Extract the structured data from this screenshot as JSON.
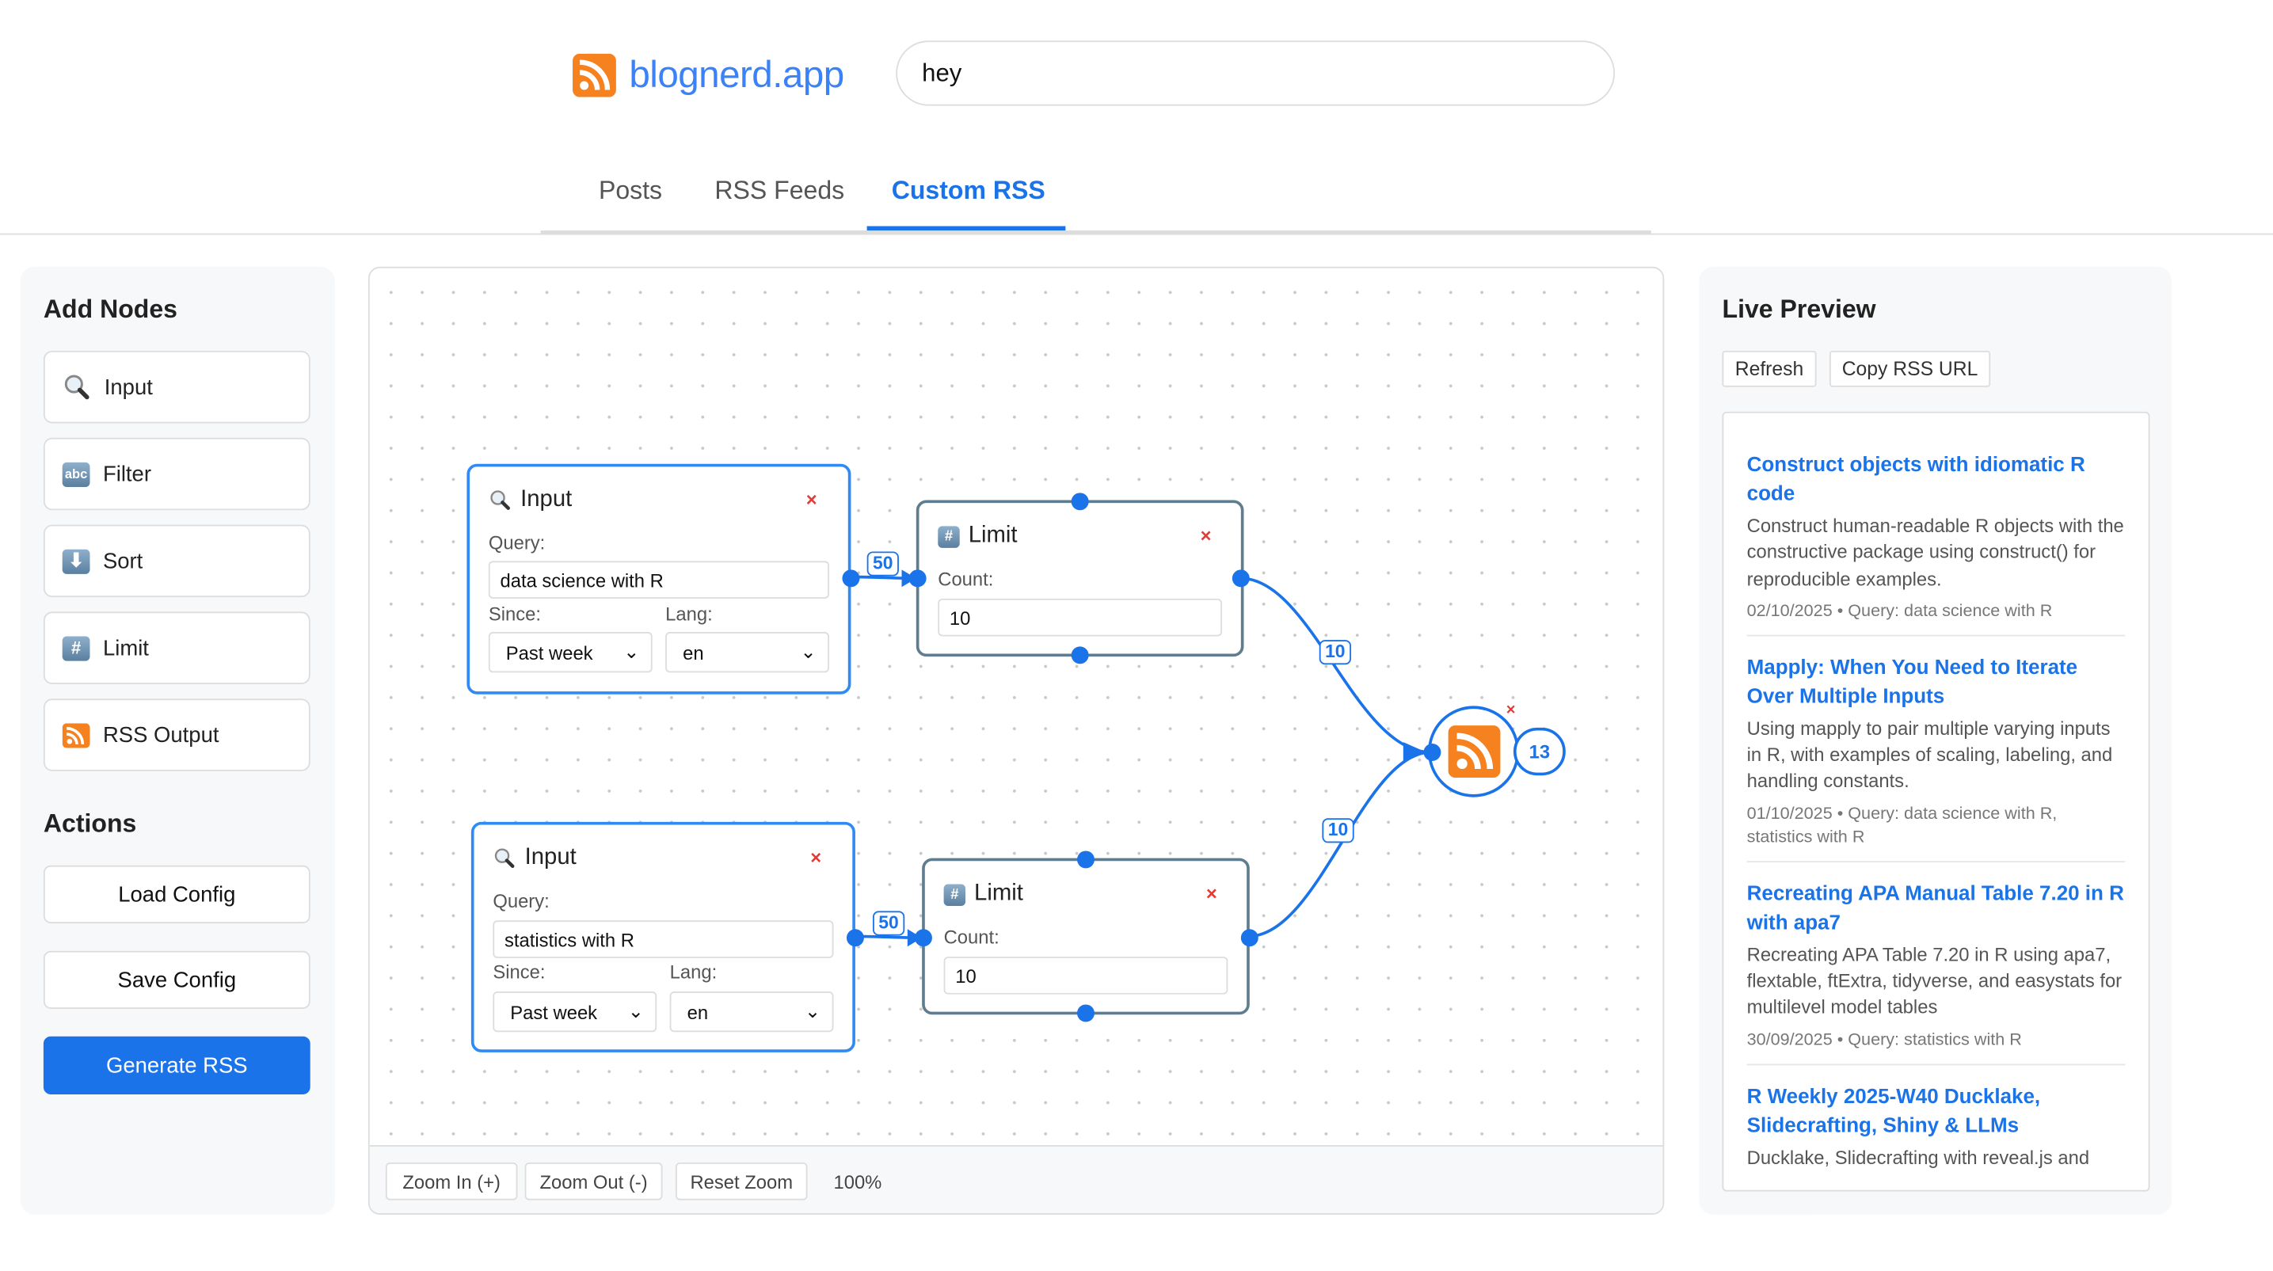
{
  "header": {
    "brand": "blognerd.app",
    "search_value": "hey"
  },
  "tabs": [
    {
      "label": "Posts"
    },
    {
      "label": "RSS Feeds"
    },
    {
      "label": "Custom RSS",
      "active": true
    }
  ],
  "sidebar": {
    "add_title": "Add Nodes",
    "nodes": [
      {
        "label": "Input",
        "icon": "magnifier-icon"
      },
      {
        "label": "Filter",
        "icon": "abc-icon"
      },
      {
        "label": "Sort",
        "icon": "down-arrow-icon"
      },
      {
        "label": "Limit",
        "icon": "hash-icon"
      },
      {
        "label": "RSS Output",
        "icon": "rss-icon"
      }
    ],
    "actions_title": "Actions",
    "actions": {
      "load": "Load Config",
      "save": "Save Config",
      "generate": "Generate RSS"
    }
  },
  "canvas": {
    "toolbar": {
      "zoom_in": "Zoom In (+)",
      "zoom_out": "Zoom Out (-)",
      "reset": "Reset Zoom",
      "zoom_level": "100%"
    },
    "input_nodes": [
      {
        "title": "Input",
        "query_label": "Query:",
        "query": "data science with R",
        "since_label": "Since:",
        "since": "Past week",
        "lang_label": "Lang:",
        "lang": "en",
        "close": "×"
      },
      {
        "title": "Input",
        "query_label": "Query:",
        "query": "statistics with R",
        "since_label": "Since:",
        "since": "Past week",
        "lang_label": "Lang:",
        "lang": "en",
        "close": "×"
      }
    ],
    "limit_nodes": [
      {
        "title": "Limit",
        "count_label": "Count:",
        "count": "10",
        "close": "×"
      },
      {
        "title": "Limit",
        "count_label": "Count:",
        "count": "10",
        "close": "×"
      }
    ],
    "output_node": {
      "count": "13",
      "close": "×"
    },
    "edges": [
      {
        "from": "input-1",
        "to": "limit-1",
        "label": "50"
      },
      {
        "from": "input-2",
        "to": "limit-2",
        "label": "50"
      },
      {
        "from": "limit-1",
        "to": "rss-output",
        "label": "10"
      },
      {
        "from": "limit-2",
        "to": "rss-output",
        "label": "10"
      }
    ]
  },
  "preview": {
    "title": "Live Preview",
    "refresh": "Refresh",
    "copy_url": "Copy RSS URL",
    "items": [
      {
        "title": "Construct objects with idiomatic R code",
        "desc": "Construct human-readable R objects with the constructive package using construct() for reproducible examples.",
        "meta": "02/10/2025 • Query: data science with R"
      },
      {
        "title": "Mapply: When You Need to Iterate Over Multiple Inputs",
        "desc": "Using mapply to pair multiple varying inputs in R, with examples of scaling, labeling, and handling constants.",
        "meta": "01/10/2025 • Query: data science with R, statistics with R"
      },
      {
        "title": "Recreating APA Manual Table 7.20 in R with apa7",
        "desc": "Recreating APA Table 7.20 in R using apa7, flextable, ftExtra, tidyverse, and easystats for multilevel model tables",
        "meta": "30/09/2025 • Query: statistics with R"
      },
      {
        "title": "R Weekly 2025-W40 Ducklake, Slidecrafting, Shiny & LLMs",
        "desc": "Ducklake, Slidecrafting with reveal.js and",
        "meta": ""
      }
    ]
  },
  "colors": {
    "accent": "#1a73e8",
    "rss": "#f5821f",
    "close": "#e53935",
    "limit_border": "#5f7d8e"
  }
}
